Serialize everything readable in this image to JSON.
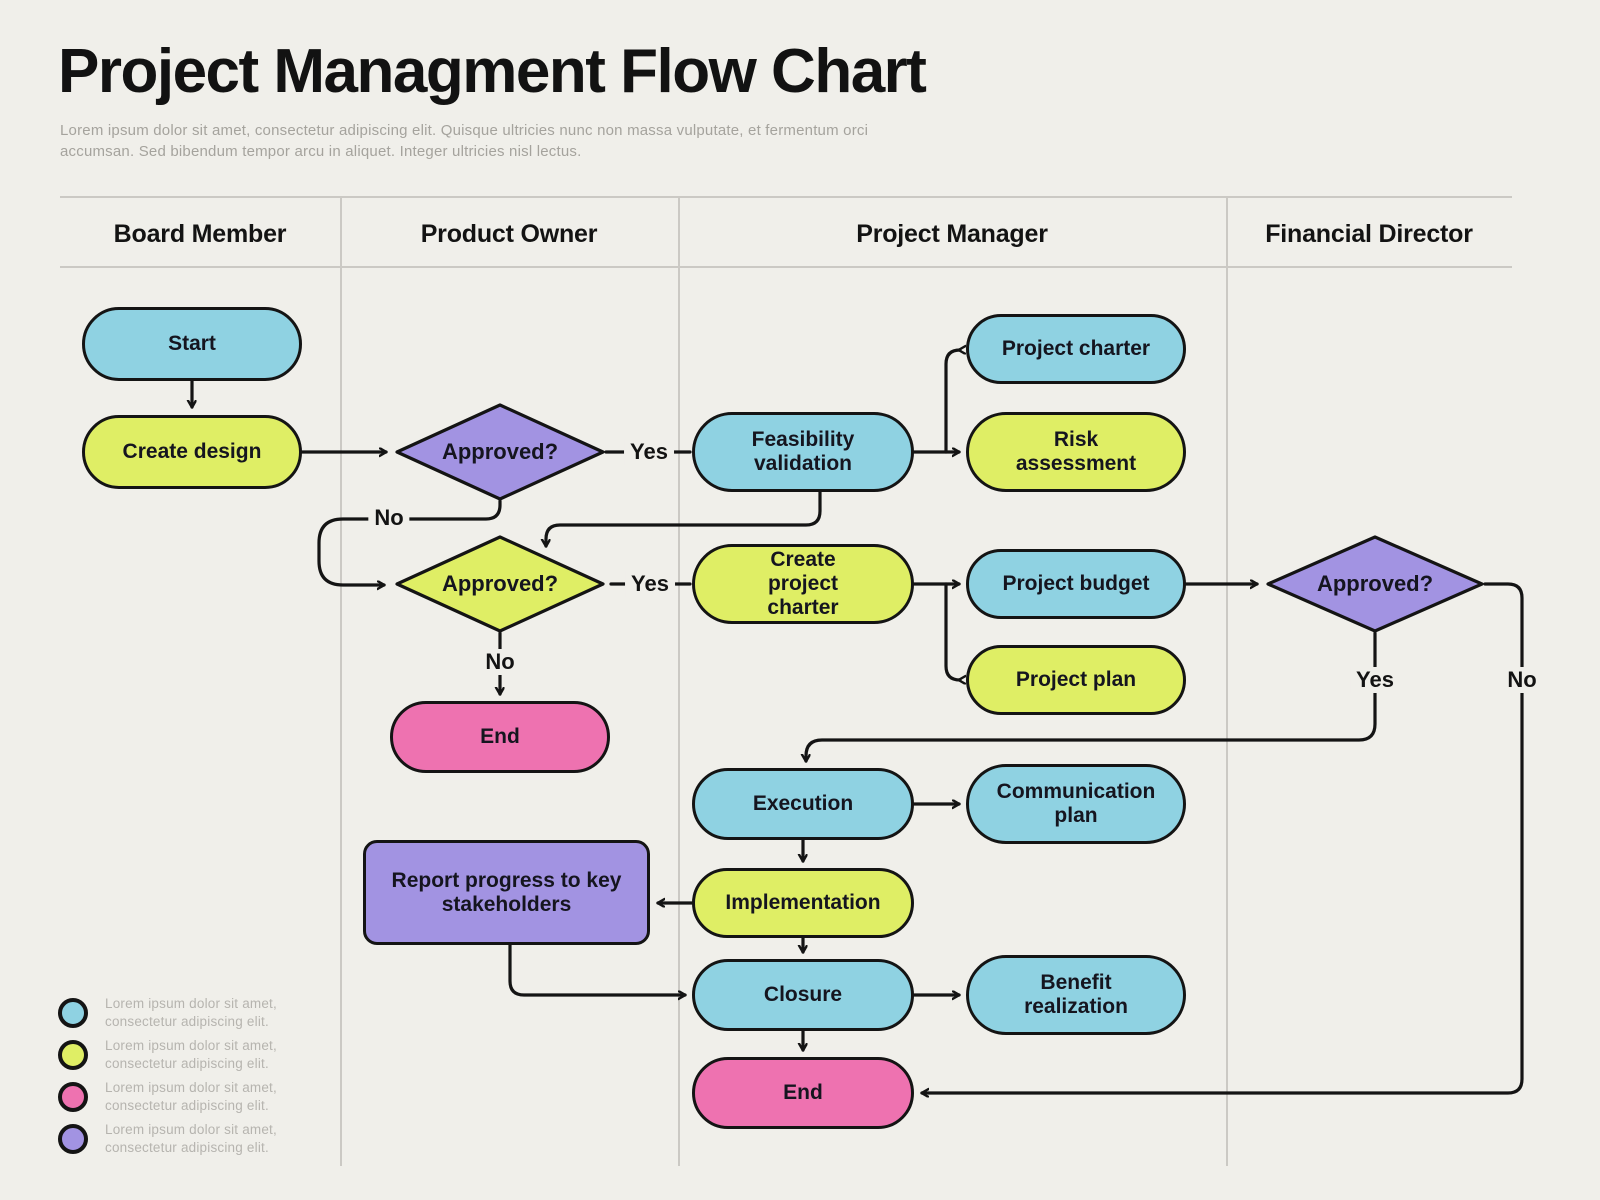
{
  "page": {
    "title": "Project Managment Flow Chart",
    "subtitle_lines": [
      "Lorem ipsum dolor sit amet, consectetur adipiscing elit. Quisque ultricies nunc non massa vulputate, et fermentum orci",
      "accumsan. Sed bibendum tempor arcu in aliquet. Integer ultricies nisl lectus."
    ]
  },
  "lanes": [
    {
      "label": "Board Member"
    },
    {
      "label": "Product Owner"
    },
    {
      "label": "Project Manager"
    },
    {
      "label": "Financial Director"
    }
  ],
  "nodes": {
    "start": {
      "label": "Start",
      "shape": "pill",
      "color": "blue",
      "lane": "Board Member"
    },
    "create_design": {
      "label": "Create design",
      "shape": "pill",
      "color": "green",
      "lane": "Board Member"
    },
    "approved1": {
      "label": "Approved?",
      "shape": "diamond",
      "color": "purple",
      "lane": "Product Owner"
    },
    "feasibility_validation": {
      "label": "Feasibility validation",
      "shape": "pill",
      "color": "blue",
      "lane": "Project Manager"
    },
    "project_charter": {
      "label": "Project charter",
      "shape": "pill",
      "color": "blue",
      "lane": "Project Manager"
    },
    "risk_assessment": {
      "label": "Risk assessment",
      "shape": "pill",
      "color": "green",
      "lane": "Project Manager"
    },
    "approved2": {
      "label": "Approved?",
      "shape": "diamond",
      "color": "green",
      "lane": "Product Owner"
    },
    "create_project_charter": {
      "label": "Create project charter",
      "shape": "pill",
      "color": "green",
      "lane": "Project Manager"
    },
    "project_budget": {
      "label": "Project budget",
      "shape": "pill",
      "color": "blue",
      "lane": "Project Manager"
    },
    "project_plan": {
      "label": "Project plan",
      "shape": "pill",
      "color": "green",
      "lane": "Project Manager"
    },
    "approved3": {
      "label": "Approved?",
      "shape": "diamond",
      "color": "purple",
      "lane": "Financial Director"
    },
    "end1": {
      "label": "End",
      "shape": "pill",
      "color": "pink",
      "lane": "Product Owner"
    },
    "execution": {
      "label": "Execution",
      "shape": "pill",
      "color": "blue",
      "lane": "Project Manager"
    },
    "communication_plan": {
      "label": "Communication plan",
      "shape": "pill",
      "color": "blue",
      "lane": "Project Manager"
    },
    "report_progress": {
      "label": "Report progress to key stakeholders",
      "shape": "rect",
      "color": "purple",
      "lane": "Product Owner"
    },
    "implementation": {
      "label": "Implementation",
      "shape": "pill",
      "color": "green",
      "lane": "Project Manager"
    },
    "closure": {
      "label": "Closure",
      "shape": "pill",
      "color": "blue",
      "lane": "Project Manager"
    },
    "benefit_realization": {
      "label": "Benefit realization",
      "shape": "pill",
      "color": "blue",
      "lane": "Project Manager"
    },
    "end2": {
      "label": "End",
      "shape": "pill",
      "color": "pink",
      "lane": "Project Manager"
    }
  },
  "edge_labels": {
    "d1_yes": "Yes",
    "d1_no": "No",
    "d2_yes": "Yes",
    "d2_no": "No",
    "d3_yes": "Yes",
    "d3_no": "No"
  },
  "edges": [
    {
      "from": "start",
      "to": "create_design"
    },
    {
      "from": "create_design",
      "to": "approved1"
    },
    {
      "from": "approved1",
      "to": "feasibility_validation",
      "label": "Yes"
    },
    {
      "from": "approved1",
      "to": "approved2",
      "label": "No"
    },
    {
      "from": "feasibility_validation",
      "to": "project_charter"
    },
    {
      "from": "feasibility_validation",
      "to": "risk_assessment"
    },
    {
      "from": "feasibility_validation",
      "to": "approved2"
    },
    {
      "from": "approved2",
      "to": "create_project_charter",
      "label": "Yes"
    },
    {
      "from": "approved2",
      "to": "end1",
      "label": "No"
    },
    {
      "from": "create_project_charter",
      "to": "project_budget"
    },
    {
      "from": "create_project_charter",
      "to": "project_plan"
    },
    {
      "from": "project_budget",
      "to": "approved3"
    },
    {
      "from": "approved3",
      "to": "execution",
      "label": "Yes"
    },
    {
      "from": "approved3",
      "to": "end2",
      "label": "No"
    },
    {
      "from": "execution",
      "to": "communication_plan"
    },
    {
      "from": "execution",
      "to": "implementation"
    },
    {
      "from": "implementation",
      "to": "report_progress"
    },
    {
      "from": "implementation",
      "to": "closure"
    },
    {
      "from": "report_progress",
      "to": "closure"
    },
    {
      "from": "closure",
      "to": "benefit_realization"
    },
    {
      "from": "closure",
      "to": "end2"
    }
  ],
  "legend": {
    "items": [
      {
        "color": "blue",
        "text": "Lorem ipsum dolor sit amet, consectetur adipiscing elit."
      },
      {
        "color": "green",
        "text": "Lorem ipsum dolor sit amet, consectetur adipiscing elit."
      },
      {
        "color": "pink",
        "text": "Lorem ipsum dolor sit amet, consectetur adipiscing elit."
      },
      {
        "color": "purple",
        "text": "Lorem ipsum dolor sit amet, consectetur adipiscing elit."
      }
    ]
  },
  "colors": {
    "blue": "#8fd2e2",
    "green": "#dfee65",
    "purple": "#a293e2",
    "pink": "#ee72b0",
    "ink": "#141414",
    "bg": "#f0efea",
    "lane": "#cbc9c4"
  }
}
